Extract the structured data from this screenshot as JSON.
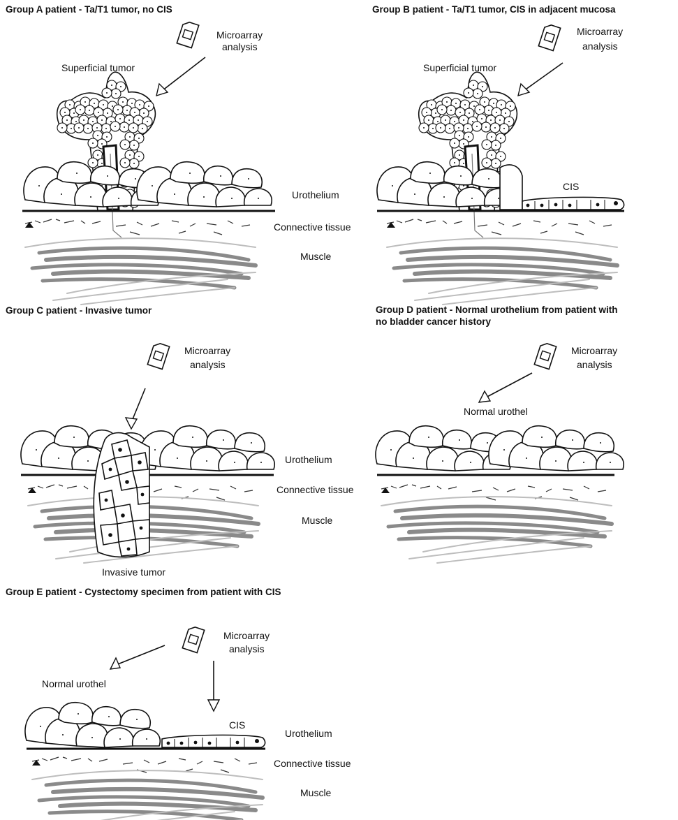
{
  "groups": {
    "a": {
      "title": "Group A patient - Ta/T1 tumor, no CIS",
      "microarray": [
        "Microarray",
        "analysis"
      ],
      "tumor_label": "Superficial tumor",
      "urothelium": "Urothelium",
      "connective": "Connective tissue",
      "muscle": "Muscle"
    },
    "b": {
      "title": "Group B patient - Ta/T1 tumor, CIS in adjacent mucosa",
      "microarray": [
        "Microarray",
        "analysis"
      ],
      "tumor_label": "Superficial tumor",
      "cis": "CIS"
    },
    "c": {
      "title": "Group C patient - Invasive tumor",
      "microarray": [
        "Microarray",
        "analysis"
      ],
      "urothelium": "Urothelium",
      "connective": "Connective tissue",
      "muscle": "Muscle",
      "invasive": "Invasive tumor"
    },
    "d": {
      "title_line1": "Group D patient - Normal urothelium from patient with",
      "title_line2": "no bladder cancer history",
      "microarray": [
        "Microarray",
        "analysis"
      ],
      "normal": "Normal urothel"
    },
    "e": {
      "title": "Group E patient - Cystectomy specimen from patient with CIS",
      "microarray": [
        "Microarray",
        "analysis"
      ],
      "normal": "Normal urothel",
      "cis": "CIS",
      "urothelium": "Urothelium",
      "connective": "Connective tissue",
      "muscle": "Muscle"
    }
  },
  "colors": {
    "ink": "#111111",
    "muscle_dark": "#8a8a8a",
    "muscle_light": "#bdbdbd",
    "background": "#ffffff"
  }
}
